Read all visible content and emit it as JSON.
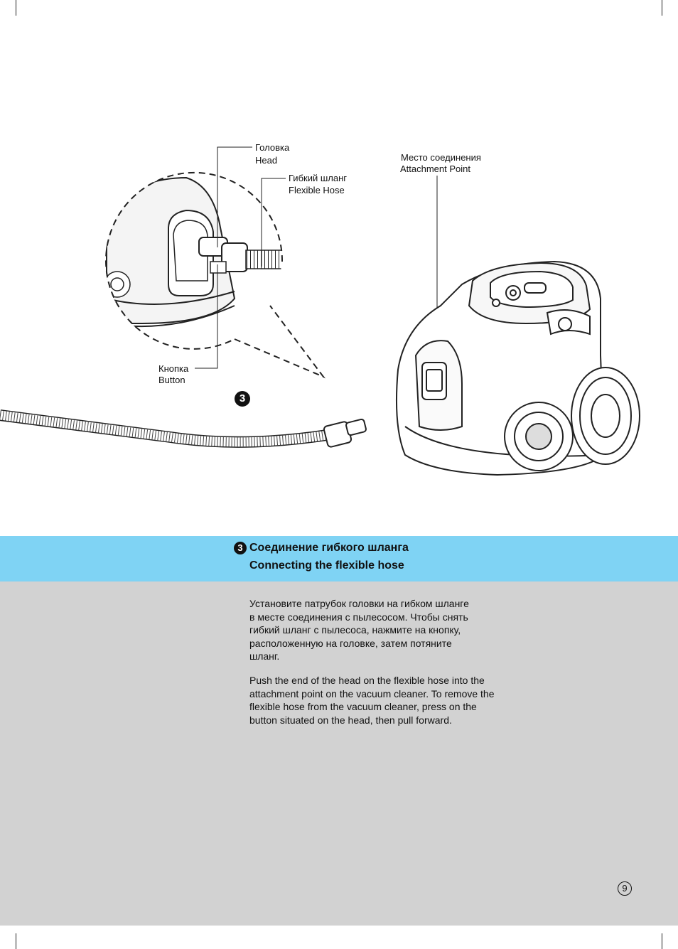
{
  "figure": {
    "head_label_ru": "Головка",
    "head_label_en": "Head",
    "hose_label_ru": "Гибкий шланг",
    "hose_label_en": "Flexible Hose",
    "button_label_ru": "Кнопка",
    "button_label_en": "Button",
    "attachment_label_ru": "Место соединения",
    "attachment_label_en": "Attachment Point",
    "step_marker": "3"
  },
  "section": {
    "step_number": "3",
    "title_ru": "Соединение гибкого шланга",
    "title_en": "Connecting the flexible hose",
    "body_ru": "Установите патрубок головки на гибком шланге в месте соединения с пылесосом. Чтобы снять гибкий шланг с пылесоса, нажмите на кнопку, расположенную на головке, затем потяните шланг.",
    "body_en": "Push the end of the head on the flexible hose into the attachment point on the vacuum cleaner. To remove the flexible hose from the vacuum cleaner, press on the button situated on the head, then pull forward."
  },
  "colors": {
    "title_band": "#7fd3f4",
    "body_band": "#d2d2d2"
  },
  "page": {
    "number": "9"
  }
}
